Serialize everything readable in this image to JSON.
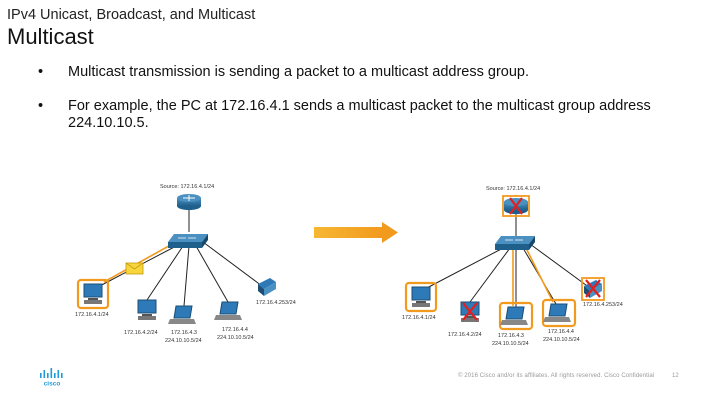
{
  "header": {
    "subtitle": "IPv4 Unicast, Broadcast, and Multicast",
    "title": "Multicast"
  },
  "bullets": [
    {
      "marker": "•",
      "text": "Multicast transmission is sending a packet to a multicast address group."
    },
    {
      "marker": "•",
      "text": "For example, the PC at 172.16.4.1 sends a multicast packet to the multicast group address 224.10.10.5."
    }
  ],
  "left_diagram": {
    "source_label": "Source: 172.16.4.1/24",
    "pc1_label": "172.16.4.1/24",
    "pc2_label": "172.16.4.2/24",
    "pc3_label": "172.16.4.3",
    "pc3_group": "224.10.10.5/24",
    "pc4_label": "172.16.4.4",
    "pc4_group": "224.10.10.5/24",
    "printer_label": "172.16.4.253/24"
  },
  "right_diagram": {
    "source_label": "Source: 172.16.4.1/24",
    "pc1_label": "172.16.4.1/24",
    "pc2_label": "172.16.4.2/24",
    "pc3_label": "172.16.4.3",
    "pc3_group": "224.10.10.5/24",
    "pc4_label": "172.16.4.4",
    "pc4_group": "224.10.10.5/24",
    "printer_label": "172.16.4.253/24"
  },
  "footer": {
    "copyright": "© 2016 Cisco and/or its affiliates. All rights reserved. Cisco Confidential",
    "page_number": "12"
  },
  "logo": {
    "text": "cisco"
  },
  "colors": {
    "accent_orange": "#f29a1e",
    "reject_red": "#e02020",
    "device_blue": "#1f5f8c"
  }
}
